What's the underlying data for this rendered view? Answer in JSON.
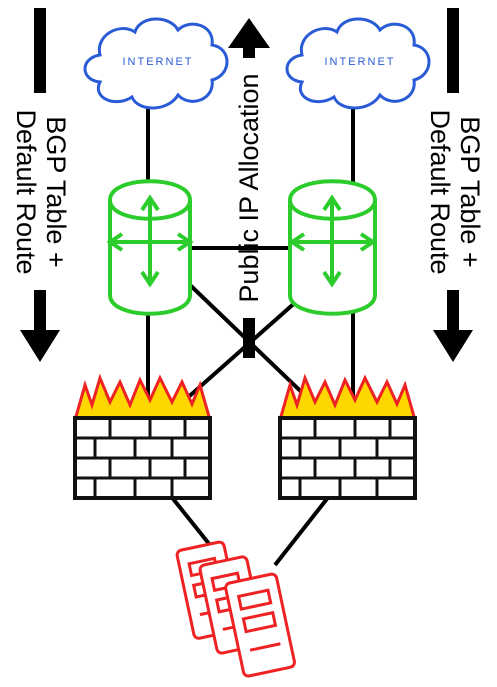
{
  "labels": {
    "bgp_left_line1": "BGP Table +",
    "bgp_left_line2": "Default Route",
    "bgp_right_line1": "BGP Table +",
    "bgp_right_line2": "Default Route",
    "public_ip": "Public IP Allocation",
    "cloud_left": "INTERNET",
    "cloud_right": "INTERNET"
  },
  "icons": {
    "cloud": "internet-cloud-icon",
    "router": "router-icon",
    "firewall": "firewall-icon",
    "server": "server-icon"
  },
  "colors": {
    "cloud": "#2a5bd7",
    "router": "#2bcc2b",
    "flame_outer": "#ee2222",
    "flame_inner": "#ffd700",
    "brick": "#111111",
    "server": "#ee2222",
    "line": "#000000"
  }
}
